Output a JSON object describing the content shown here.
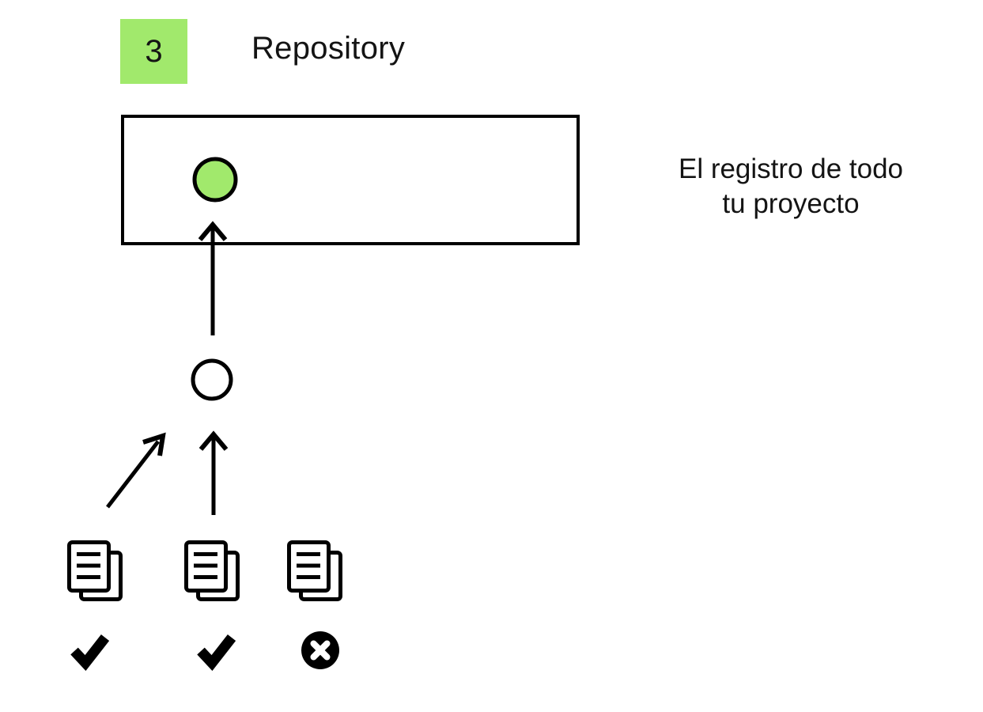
{
  "header": {
    "step_number": "3",
    "title": "Repository"
  },
  "annotation": {
    "line1": "El registro de todo",
    "line2": "tu proyecto"
  },
  "colors": {
    "accent_green": "#a1e96c",
    "ink": "#000000",
    "background": "#ffffff"
  },
  "diagram": {
    "icons": [
      "commit-circle",
      "pending-commit-circle",
      "commit-arrow",
      "stage-arrow-left",
      "stage-arrow-center",
      "file-copies-icon",
      "file-copies-icon",
      "file-copies-icon"
    ],
    "file_status_badges": [
      "check",
      "check",
      "cross"
    ]
  }
}
